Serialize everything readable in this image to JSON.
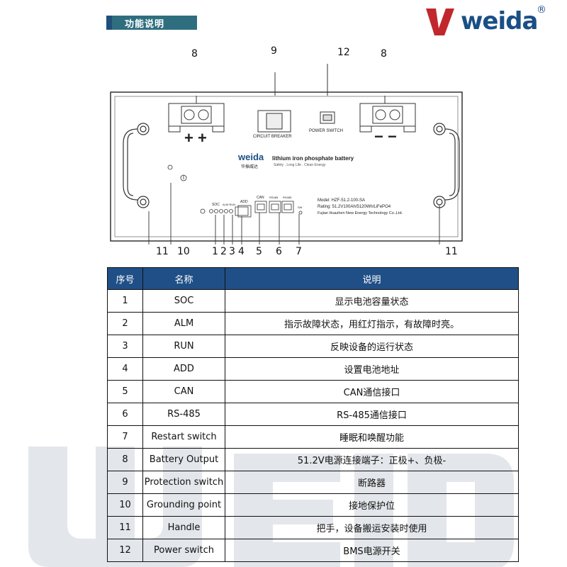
{
  "header": {
    "title": "功能说明"
  },
  "brand": {
    "logo_text": "weida",
    "registered_mark": "®"
  },
  "diagram": {
    "callouts": [
      "8",
      "9",
      "12",
      "8",
      "11",
      "10",
      "1",
      "2",
      "3",
      "4",
      "5",
      "6",
      "7",
      "11"
    ],
    "positive_symbols": "+ +",
    "negative_symbols": "− −",
    "circuit_breaker_label": "CIRCUIT BREAKER",
    "power_switch_label": "POWER SWITCH",
    "panel_logo": "weida",
    "panel_logo_sub": "华振威达",
    "product_name": "lithium iron phosphate battery",
    "slogan": "Safety . Long Life . Clean Energy",
    "indicator_labels": {
      "soc": "SOC",
      "alm_run": "ALM RUN",
      "add": "ADD",
      "can": "CAN",
      "rs485_a": "RS485",
      "rs485_b": "RS485",
      "sw": "SW"
    },
    "model": "Model: HZF-51.2-100-SA",
    "rating": "Rating: 51.2V100Ah/5120Wh/LiFePO4",
    "company": "Fujian Huazhen New Energy Technology Co.,Ltd."
  },
  "table": {
    "headers": [
      "序号",
      "名称",
      "说明"
    ],
    "rows": [
      [
        "1",
        "SOC",
        "显示电池容量状态"
      ],
      [
        "2",
        "ALM",
        "指示故障状态，用红灯指示，有故障时亮。"
      ],
      [
        "3",
        "RUN",
        "反映设备的运行状态"
      ],
      [
        "4",
        "ADD",
        "设置电池地址"
      ],
      [
        "5",
        "CAN",
        "CAN通信接口"
      ],
      [
        "6",
        "RS-485",
        "RS-485通信接口"
      ],
      [
        "7",
        "Restart switch",
        "睡眠和唤醒功能"
      ],
      [
        "8",
        "Battery Output",
        "51.2V电源连接端子：正极+、负极-"
      ],
      [
        "9",
        "Protection switch",
        "断路器"
      ],
      [
        "10",
        "Grounding point",
        "接地保护位"
      ],
      [
        "11",
        "Handle",
        "把手，设备搬运安装时使用"
      ],
      [
        "12",
        "Power switch",
        "BMS电源开关"
      ]
    ]
  },
  "colors": {
    "brand_blue": "#1a4f86",
    "header_teal": "#2f6e7e",
    "table_header": "#1f4f86"
  }
}
